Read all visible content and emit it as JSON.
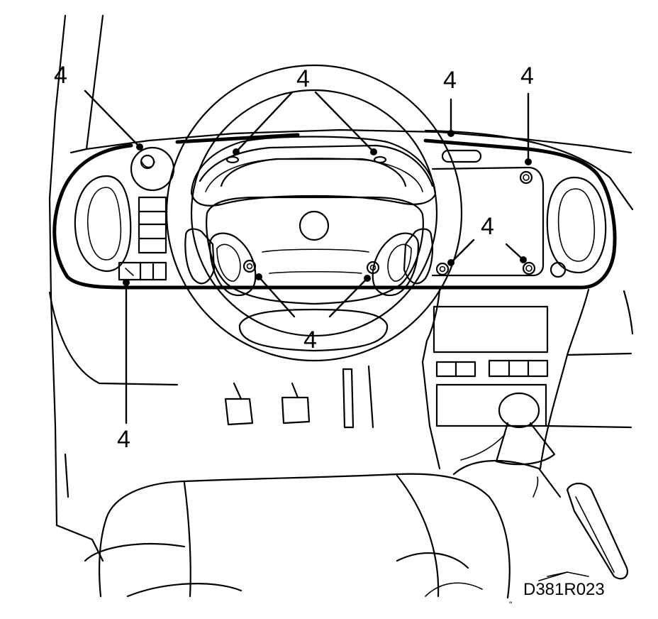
{
  "figure": {
    "reference_code": "D381R023",
    "callout_label": "4",
    "callouts": [
      {
        "id": "c1",
        "label": "4"
      },
      {
        "id": "c2",
        "label": "4"
      },
      {
        "id": "c3",
        "label": "4"
      },
      {
        "id": "c4",
        "label": "4"
      },
      {
        "id": "c5",
        "label": "4"
      },
      {
        "id": "c6",
        "label": "4"
      },
      {
        "id": "c7",
        "label": "4"
      }
    ]
  }
}
